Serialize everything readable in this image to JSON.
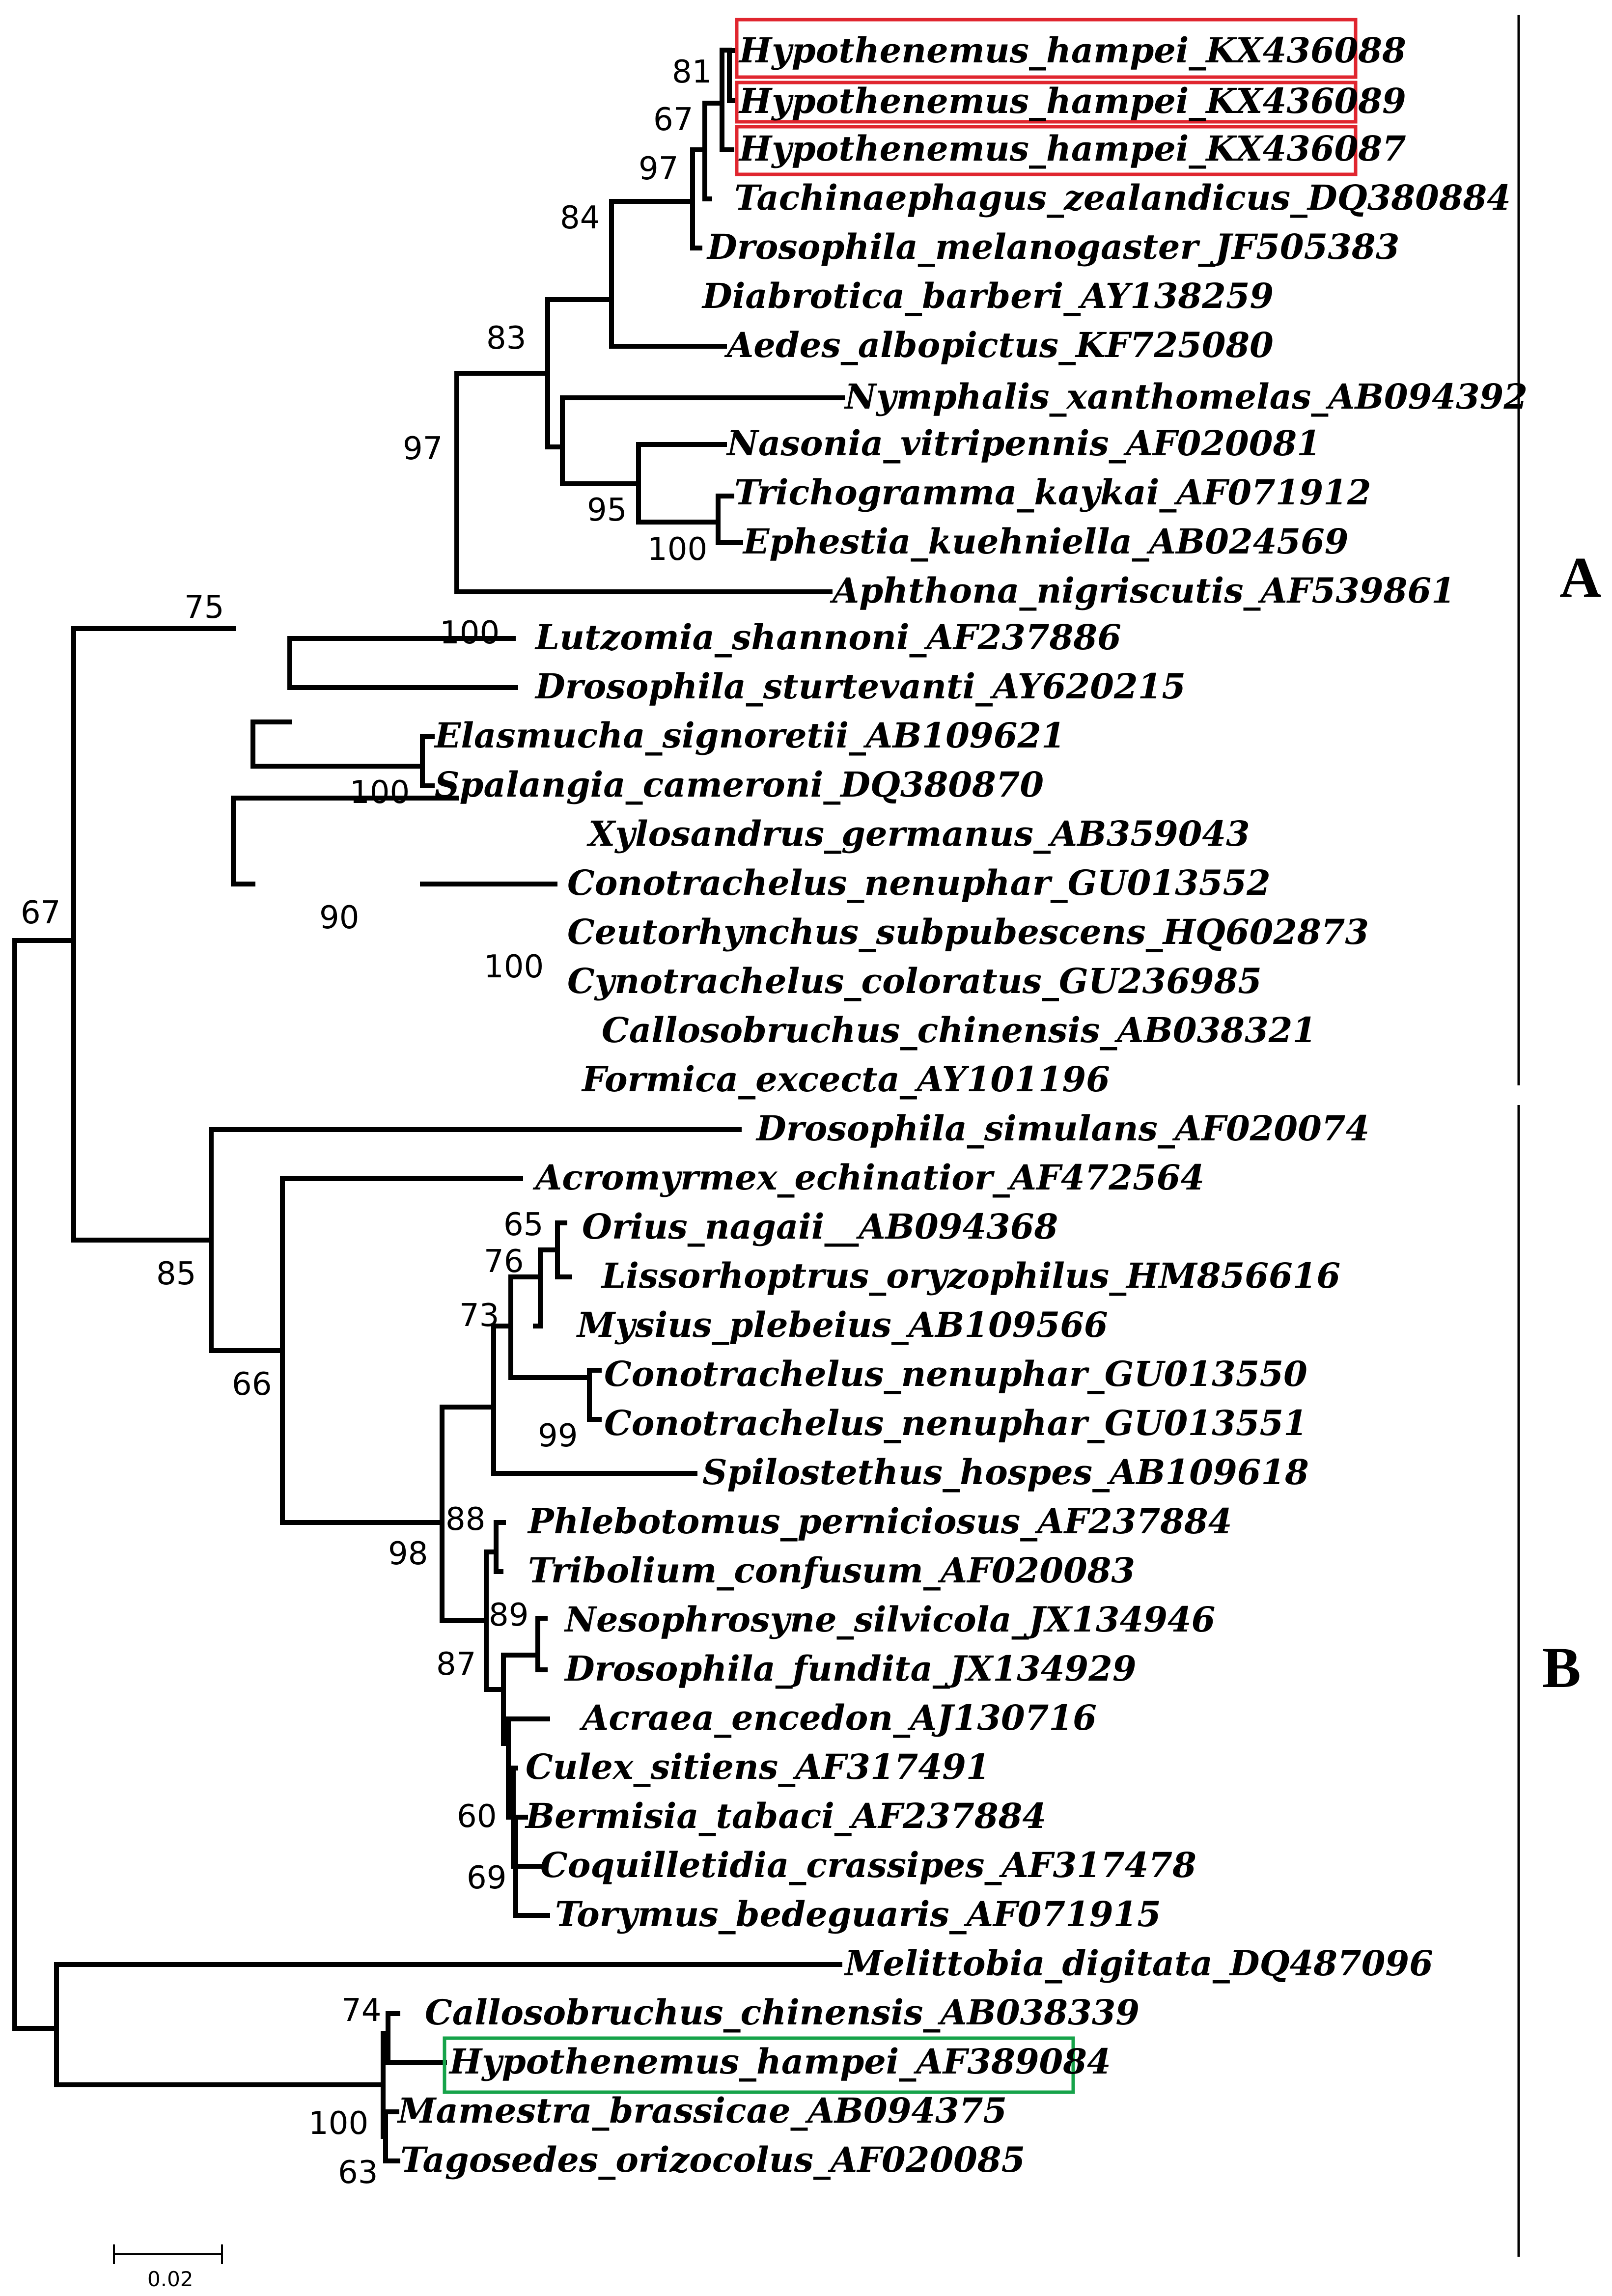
{
  "tree": {
    "leaves": [
      "Hypothenemus_hampei_KX436088",
      "Hypothenemus_hampei_KX436089",
      "Hypothenemus_hampei_KX436087",
      "Tachinaephagus_zealandicus_DQ380884",
      "Drosophila_melanogaster_JF505383",
      "Diabrotica_barberi_AY138259",
      "Aedes_albopictus_KF725080",
      "Nymphalis_xanthomelas_AB094392",
      "Nasonia_vitripennis_AF020081",
      "Trichogramma_kaykai_AF071912",
      "Ephestia_kuehniella_AB024569",
      "Aphthona_nigriscutis_AF539861",
      "Lutzomia_shannoni_AF237886",
      "Drosophila_sturtevanti_AY620215",
      "Elasmucha_signoretii_AB109621",
      "Spalangia_cameroni_DQ380870",
      "Xylosandrus_germanus_AB359043",
      "Conotrachelus_nenuphar_GU013552",
      "Ceutorhynchus_subpubescens_HQ602873",
      "Cynotrachelus_coloratus_GU236985",
      "Callosobruchus_chinensis_AB038321",
      "Formica_excecta_AY101196",
      "Drosophila_simulans_AF020074",
      "Acromyrmex_echinatior_AF472564",
      "Orius_nagaii__AB094368",
      "Lissorhoptrus_oryzophilus_HM856616",
      "Mysius_plebeius_AB109566",
      "Conotrachelus_nenuphar_GU013550",
      "Conotrachelus_nenuphar_GU013551",
      "Spilostethus_hospes_AB109618",
      "Phlebotomus_perniciosus_AF237884",
      "Tribolium_confusum_AF020083",
      "Nesophrosyne_silvicola_JX134946",
      "Drosophila_fundita_JX134929",
      "Acraea_encedon_AJ130716",
      "Culex_sitiens_AF317491",
      "Bermisia_tabaci_AF237884",
      "Coquilletidia_crassipes_AF317478",
      "Torymus_bedeguaris_AF071915",
      "Melittobia_digitata_DQ487096",
      "Callosobruchus_chinensis_AB038339",
      "Hypothenemus_hampei_AF389084",
      "Mamestra_brassicae_AB094375",
      "Tagosedes_orizocolus_AF020085"
    ],
    "bootstrap": [
      "81",
      "67",
      "97",
      "84",
      "83",
      "97",
      "95",
      "100",
      "75",
      "100",
      "100",
      "90",
      "100",
      "67",
      "85",
      "65",
      "76",
      "73",
      "99",
      "66",
      "88",
      "98",
      "89",
      "87",
      "60",
      "69",
      "74",
      "100",
      "63"
    ],
    "clades": [
      "A",
      "B"
    ],
    "scale_bar": "0.02",
    "highlight_colors": {
      "red": "#e0262f",
      "green": "#16a34a"
    }
  }
}
